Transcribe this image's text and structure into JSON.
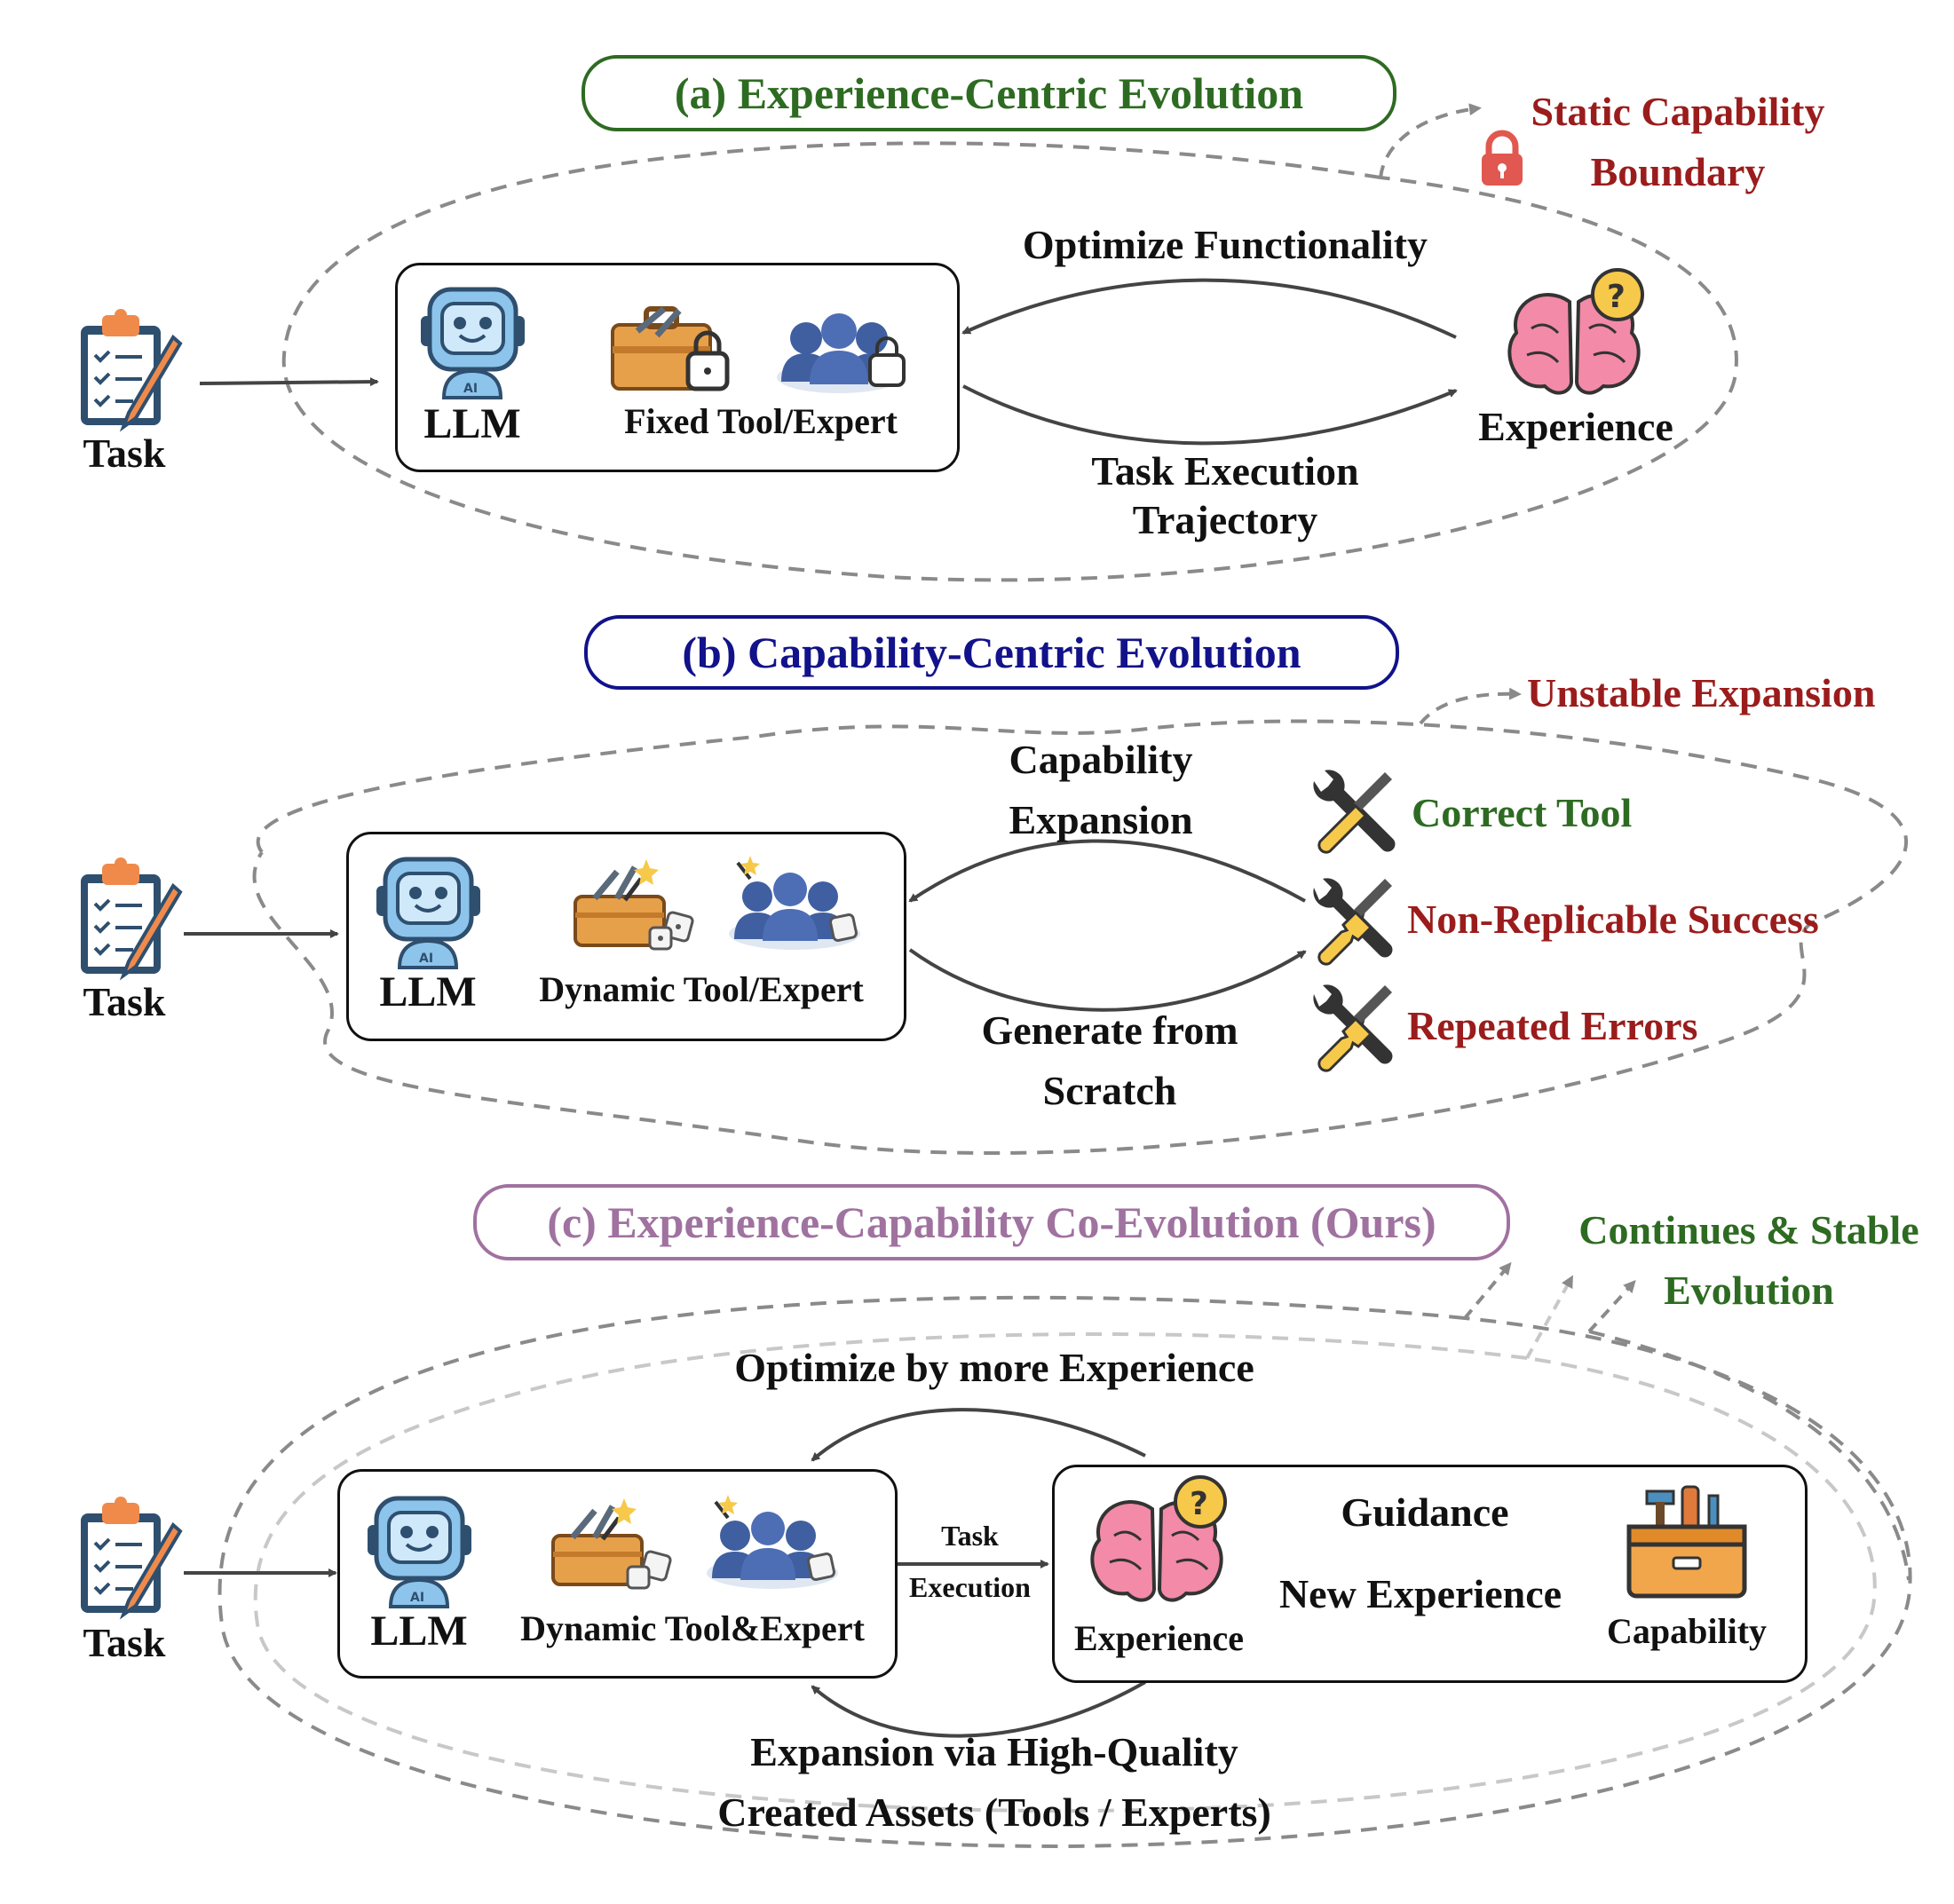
{
  "colors": {
    "green": "#2e6b22",
    "red": "#9b1c1c",
    "navy": "#12128a",
    "purple": "#a072a0",
    "dash": "#8a8a8a",
    "dash_light": "#c8c8c8",
    "arrow": "#444444"
  },
  "icons": [
    "clipboard-task-icon",
    "robot-llm-icon",
    "toolbox-lock-icon",
    "experts-lock-icon",
    "brain-question-icon",
    "padlock-icon",
    "wrench-screwdriver-icon",
    "broken-tools-icon",
    "toolbox-magic-icon",
    "experts-magic-icon",
    "toolbox-capability-icon"
  ],
  "panel_a": {
    "title": "(a) Experience-Centric Evolution",
    "task": "Task",
    "llm": "LLM",
    "tools": "Fixed Tool/Expert",
    "arrow_top": "Optimize Functionality",
    "arrow_bottom_1": "Task Execution",
    "arrow_bottom_2": "Trajectory",
    "experience": "Experience",
    "boundary_1": "Static Capability",
    "boundary_2": "Boundary"
  },
  "panel_b": {
    "title": "(b) Capability-Centric Evolution",
    "task": "Task",
    "llm": "LLM",
    "tools": "Dynamic Tool/Expert",
    "arrow_top_1": "Capability",
    "arrow_top_2": "Expansion",
    "arrow_bottom_1": "Generate from",
    "arrow_bottom_2": "Scratch",
    "outcome_1": "Correct Tool",
    "outcome_2": "Non-Replicable Success",
    "outcome_3": "Repeated Errors",
    "unstable": "Unstable Expansion"
  },
  "panel_c": {
    "title": "(c) Experience-Capability Co-Evolution (Ours)",
    "task": "Task",
    "llm": "LLM",
    "tools": "Dynamic Tool&Expert",
    "exec_1": "Task",
    "exec_2": "Execution",
    "experience": "Experience",
    "guidance": "Guidance",
    "new_experience": "New Experience",
    "capability": "Capability",
    "arrow_top": "Optimize by more Experience",
    "arrow_bottom_1": "Expansion via High-Quality",
    "arrow_bottom_2": "Created Assets (Tools / Experts)",
    "stable_1": "Continues & Stable",
    "stable_2": "Evolution"
  }
}
